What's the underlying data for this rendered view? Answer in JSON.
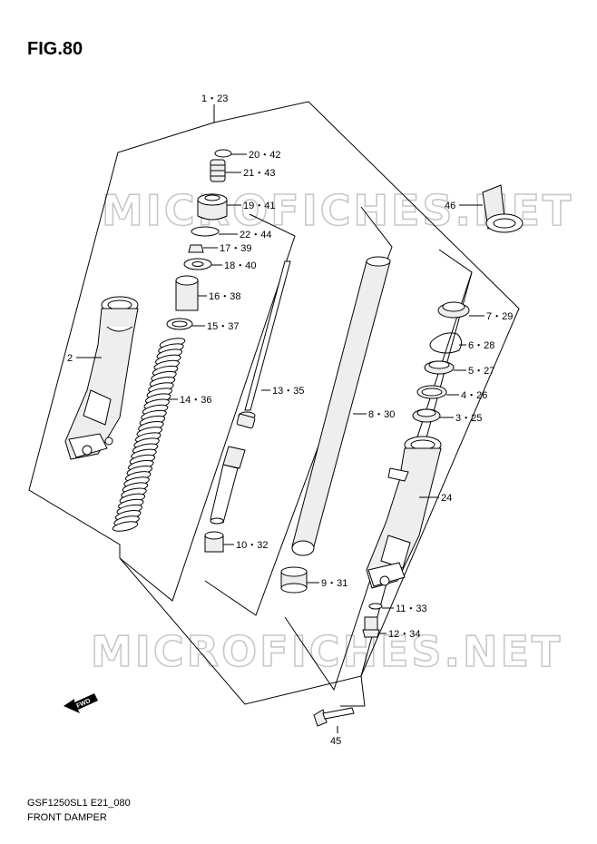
{
  "figure": {
    "title": "FIG.80",
    "model_code": "GSF1250SL1 E21_080",
    "caption": "FRONT DAMPER"
  },
  "watermark": {
    "text": "MICROFICHES.NET",
    "color": "#c8c8c8"
  },
  "callouts": [
    {
      "id": "c1",
      "label": "1・23"
    },
    {
      "id": "c20",
      "label": "20・42"
    },
    {
      "id": "c21",
      "label": "21・43"
    },
    {
      "id": "c19",
      "label": "19・41"
    },
    {
      "id": "c22",
      "label": "22・44"
    },
    {
      "id": "c17",
      "label": "17・39"
    },
    {
      "id": "c18",
      "label": "18・40"
    },
    {
      "id": "c16",
      "label": "16・38"
    },
    {
      "id": "c15",
      "label": "15・37"
    },
    {
      "id": "c2",
      "label": "2"
    },
    {
      "id": "c14",
      "label": "14・36"
    },
    {
      "id": "c13",
      "label": "13・35"
    },
    {
      "id": "c10",
      "label": "10・32"
    },
    {
      "id": "c8",
      "label": "8・30"
    },
    {
      "id": "c9",
      "label": "9・31"
    },
    {
      "id": "c46",
      "label": "46"
    },
    {
      "id": "c7",
      "label": "7・29"
    },
    {
      "id": "c6",
      "label": "6・28"
    },
    {
      "id": "c5",
      "label": "5・27"
    },
    {
      "id": "c4",
      "label": "4・26"
    },
    {
      "id": "c3",
      "label": "3・25"
    },
    {
      "id": "c24",
      "label": "24"
    },
    {
      "id": "c11",
      "label": "11・33"
    },
    {
      "id": "c12",
      "label": "12・34"
    },
    {
      "id": "c45",
      "label": "45"
    }
  ],
  "fwd_label": "FWD"
}
